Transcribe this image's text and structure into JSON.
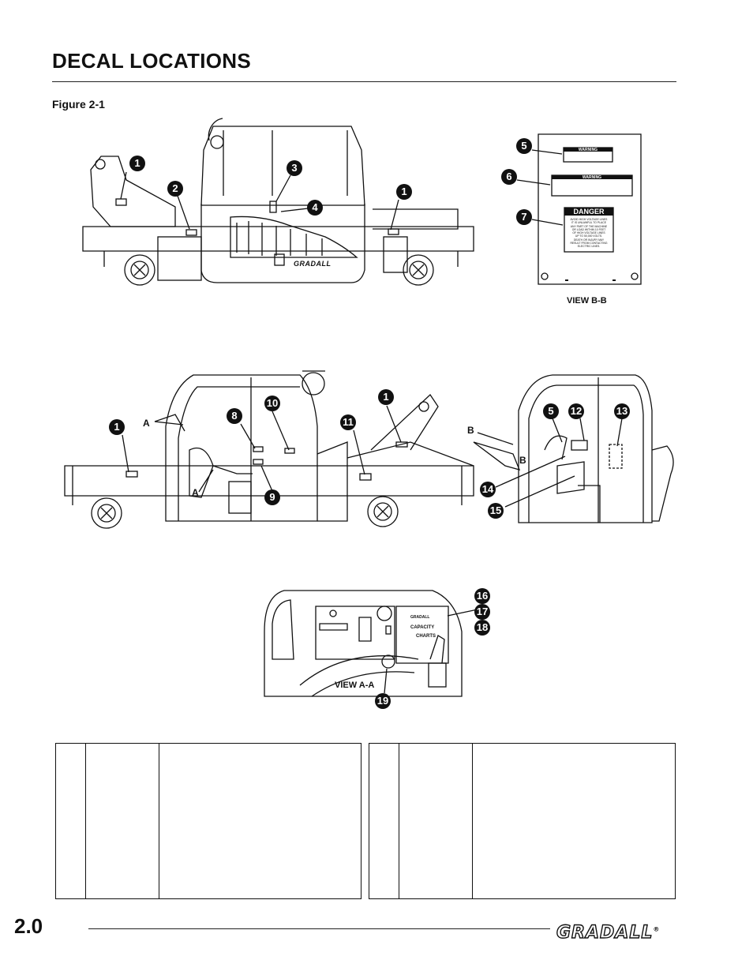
{
  "header": {
    "title": "DECAL LOCATIONS"
  },
  "figure": {
    "label": "Figure 2-1"
  },
  "views": {
    "bb": "VIEW B-B",
    "aa": "VIEW A-A",
    "letter_a": "A",
    "letter_b": "B"
  },
  "decals_bb": {
    "warning": "WARNING",
    "danger": "DANGER",
    "danger_text": [
      "AVOID HIGH VOLTAGE LINES",
      "IT IS UNLAWFUL TO PLACE",
      "ANY PART OF THE MACHINE",
      "OR LOAD WITHIN 10 FEET",
      "OF HIGH VOLTAGE LINES",
      "UP TO 50,000 VOLTS.",
      "DEATH OR INJURY MAY",
      "RESULT FROM CONTACTING",
      "ELECTRIC LINES."
    ]
  },
  "machine_text": {
    "brand": "GRADALL",
    "capacity": "CAPACITY",
    "charts": "CHARTS"
  },
  "callouts": [
    "1",
    "2",
    "3",
    "4",
    "5",
    "6",
    "7",
    "8",
    "9",
    "10",
    "11",
    "12",
    "13",
    "14",
    "15",
    "16",
    "17",
    "18",
    "19"
  ],
  "footer": {
    "page": "2.0",
    "logo": "GRADALL",
    "reg": "®"
  }
}
